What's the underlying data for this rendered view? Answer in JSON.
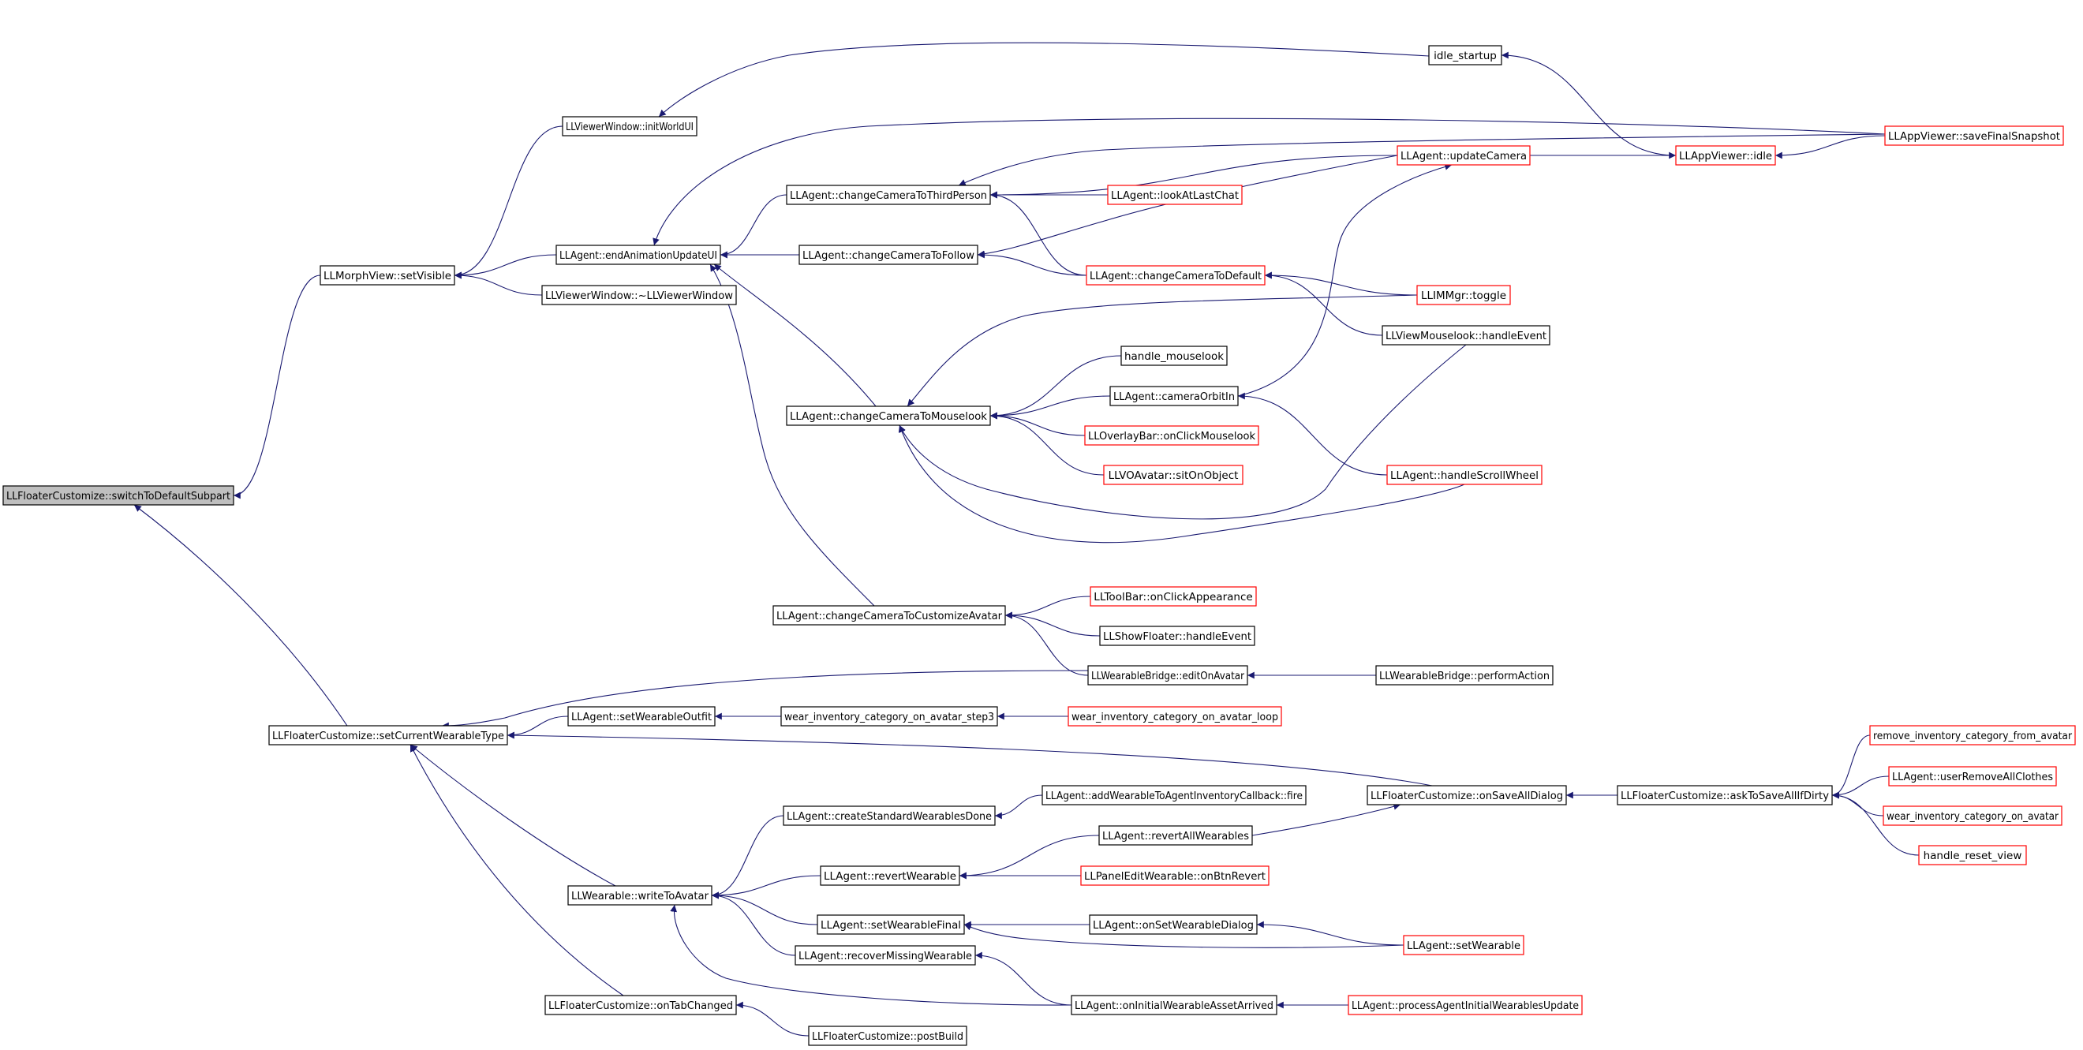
{
  "diagram": {
    "colors": {
      "edge": "#191970",
      "node_border_normal": "#000000",
      "node_border_truncated": "#ff0000",
      "root_fill": "#bfbfbf",
      "node_fill": "#ffffff",
      "text": "#000000"
    },
    "nodes": [
      {
        "id": "n0",
        "label": "LLFloaterCustomize::switchToDefaultSubpart",
        "style": "root"
      },
      {
        "id": "n1",
        "label": "LLMorphView::setVisible",
        "style": "normal"
      },
      {
        "id": "n2",
        "label": "LLViewerWindow::initWorldUI",
        "style": "normal"
      },
      {
        "id": "n3",
        "label": "idle_startup",
        "style": "normal"
      },
      {
        "id": "n4",
        "label": "LLAppViewer::idle",
        "style": "truncated"
      },
      {
        "id": "n5",
        "label": "LLAppViewer::saveFinalSnapshot",
        "style": "truncated"
      },
      {
        "id": "n6",
        "label": "LLAgent::endAnimationUpdateUI",
        "style": "normal"
      },
      {
        "id": "n7",
        "label": "LLViewerWindow::~LLViewerWindow",
        "style": "normal"
      },
      {
        "id": "n8",
        "label": "LLAgent::changeCameraToThirdPerson",
        "style": "normal"
      },
      {
        "id": "n9",
        "label": "LLAgent::updateCamera",
        "style": "truncated"
      },
      {
        "id": "n10",
        "label": "LLAgent::lookAtLastChat",
        "style": "truncated"
      },
      {
        "id": "n11",
        "label": "LLAgent::changeCameraToFollow",
        "style": "normal"
      },
      {
        "id": "n12",
        "label": "LLAgent::changeCameraToDefault",
        "style": "truncated"
      },
      {
        "id": "n13",
        "label": "LLIMMgr::toggle",
        "style": "truncated"
      },
      {
        "id": "n14",
        "label": "LLViewMouselook::handleEvent",
        "style": "normal"
      },
      {
        "id": "n15",
        "label": "handle_mouselook",
        "style": "normal"
      },
      {
        "id": "n16",
        "label": "LLAgent::cameraOrbitIn",
        "style": "normal"
      },
      {
        "id": "n17",
        "label": "LLAgent::changeCameraToMouselook",
        "style": "normal"
      },
      {
        "id": "n18",
        "label": "LLOverlayBar::onClickMouselook",
        "style": "truncated"
      },
      {
        "id": "n19",
        "label": "LLVOAvatar::sitOnObject",
        "style": "truncated"
      },
      {
        "id": "n20",
        "label": "LLAgent::handleScrollWheel",
        "style": "truncated"
      },
      {
        "id": "n21",
        "label": "LLAgent::changeCameraToCustomizeAvatar",
        "style": "normal"
      },
      {
        "id": "n22",
        "label": "LLToolBar::onClickAppearance",
        "style": "truncated"
      },
      {
        "id": "n23",
        "label": "LLShowFloater::handleEvent",
        "style": "normal"
      },
      {
        "id": "n24",
        "label": "LLWearableBridge::editOnAvatar",
        "style": "normal"
      },
      {
        "id": "n25",
        "label": "LLWearableBridge::performAction",
        "style": "normal"
      },
      {
        "id": "n26",
        "label": "LLFloaterCustomize::setCurrentWearableType",
        "style": "normal"
      },
      {
        "id": "n27",
        "label": "LLAgent::setWearableOutfit",
        "style": "normal"
      },
      {
        "id": "n28",
        "label": "wear_inventory_category_on_avatar_step3",
        "style": "normal"
      },
      {
        "id": "n29",
        "label": "wear_inventory_category_on_avatar_loop",
        "style": "truncated"
      },
      {
        "id": "n30",
        "label": "remove_inventory_category_from_avatar",
        "style": "truncated"
      },
      {
        "id": "n31",
        "label": "LLAgent::userRemoveAllClothes",
        "style": "truncated"
      },
      {
        "id": "n32",
        "label": "LLFloaterCustomize::onSaveAllDialog",
        "style": "normal"
      },
      {
        "id": "n33",
        "label": "LLFloaterCustomize::askToSaveAllIfDirty",
        "style": "normal"
      },
      {
        "id": "n34",
        "label": "wear_inventory_category_on_avatar",
        "style": "truncated"
      },
      {
        "id": "n35",
        "label": "handle_reset_view",
        "style": "truncated"
      },
      {
        "id": "n36",
        "label": "LLAgent::createStandardWearablesDone",
        "style": "normal"
      },
      {
        "id": "n37",
        "label": "LLAgent::addWearableToAgentInventoryCallback::fire",
        "style": "normal"
      },
      {
        "id": "n38",
        "label": "LLAgent::revertAllWearables",
        "style": "normal"
      },
      {
        "id": "n39",
        "label": "LLAgent::revertWearable",
        "style": "normal"
      },
      {
        "id": "n40",
        "label": "LLPanelEditWearable::onBtnRevert",
        "style": "truncated"
      },
      {
        "id": "n41",
        "label": "LLWearable::writeToAvatar",
        "style": "normal"
      },
      {
        "id": "n42",
        "label": "LLAgent::setWearableFinal",
        "style": "normal"
      },
      {
        "id": "n43",
        "label": "LLAgent::onSetWearableDialog",
        "style": "normal"
      },
      {
        "id": "n44",
        "label": "LLAgent::setWearable",
        "style": "truncated"
      },
      {
        "id": "n45",
        "label": "LLAgent::recoverMissingWearable",
        "style": "normal"
      },
      {
        "id": "n46",
        "label": "LLFloaterCustomize::onTabChanged",
        "style": "normal"
      },
      {
        "id": "n47",
        "label": "LLAgent::onInitialWearableAssetArrived",
        "style": "normal"
      },
      {
        "id": "n48",
        "label": "LLAgent::processAgentInitialWearablesUpdate",
        "style": "truncated"
      },
      {
        "id": "n49",
        "label": "LLFloaterCustomize::postBuild",
        "style": "normal"
      }
    ],
    "edges": [
      {
        "from": "n1",
        "to": "n0"
      },
      {
        "from": "n26",
        "to": "n0"
      },
      {
        "from": "n2",
        "to": "n1"
      },
      {
        "from": "n6",
        "to": "n1"
      },
      {
        "from": "n7",
        "to": "n1"
      },
      {
        "from": "n3",
        "to": "n2"
      },
      {
        "from": "n4",
        "to": "n3"
      },
      {
        "from": "n5",
        "to": "n4"
      },
      {
        "from": "n9",
        "to": "n4"
      },
      {
        "from": "n8",
        "to": "n6"
      },
      {
        "from": "n11",
        "to": "n6"
      },
      {
        "from": "n17",
        "to": "n6"
      },
      {
        "from": "n21",
        "to": "n6"
      },
      {
        "from": "n5",
        "to": "n6"
      },
      {
        "from": "n9",
        "to": "n8"
      },
      {
        "from": "n10",
        "to": "n8"
      },
      {
        "from": "n5",
        "to": "n8"
      },
      {
        "from": "n12",
        "to": "n8"
      },
      {
        "from": "n9",
        "to": "n11"
      },
      {
        "from": "n12",
        "to": "n11"
      },
      {
        "from": "n13",
        "to": "n12"
      },
      {
        "from": "n14",
        "to": "n12"
      },
      {
        "from": "n20",
        "to": "n16"
      },
      {
        "from": "n16",
        "to": "n9"
      },
      {
        "from": "n15",
        "to": "n17"
      },
      {
        "from": "n16",
        "to": "n17"
      },
      {
        "from": "n18",
        "to": "n17"
      },
      {
        "from": "n19",
        "to": "n17"
      },
      {
        "from": "n13",
        "to": "n17"
      },
      {
        "from": "n14",
        "to": "n17"
      },
      {
        "from": "n20",
        "to": "n17"
      },
      {
        "from": "n22",
        "to": "n21"
      },
      {
        "from": "n23",
        "to": "n21"
      },
      {
        "from": "n24",
        "to": "n21"
      },
      {
        "from": "n25",
        "to": "n24"
      },
      {
        "from": "n24",
        "to": "n26"
      },
      {
        "from": "n27",
        "to": "n26"
      },
      {
        "from": "n32",
        "to": "n26"
      },
      {
        "from": "n41",
        "to": "n26"
      },
      {
        "from": "n46",
        "to": "n26"
      },
      {
        "from": "n28",
        "to": "n27"
      },
      {
        "from": "n29",
        "to": "n28"
      },
      {
        "from": "n33",
        "to": "n32"
      },
      {
        "from": "n38",
        "to": "n32"
      },
      {
        "from": "n30",
        "to": "n33"
      },
      {
        "from": "n31",
        "to": "n33"
      },
      {
        "from": "n34",
        "to": "n33"
      },
      {
        "from": "n35",
        "to": "n33"
      },
      {
        "from": "n36",
        "to": "n41"
      },
      {
        "from": "n39",
        "to": "n41"
      },
      {
        "from": "n42",
        "to": "n41"
      },
      {
        "from": "n45",
        "to": "n41"
      },
      {
        "from": "n47",
        "to": "n41"
      },
      {
        "from": "n37",
        "to": "n36"
      },
      {
        "from": "n38",
        "to": "n39"
      },
      {
        "from": "n40",
        "to": "n39"
      },
      {
        "from": "n43",
        "to": "n42"
      },
      {
        "from": "n44",
        "to": "n42"
      },
      {
        "from": "n44",
        "to": "n43"
      },
      {
        "from": "n47",
        "to": "n45"
      },
      {
        "from": "n48",
        "to": "n47"
      },
      {
        "from": "n49",
        "to": "n46"
      }
    ]
  }
}
